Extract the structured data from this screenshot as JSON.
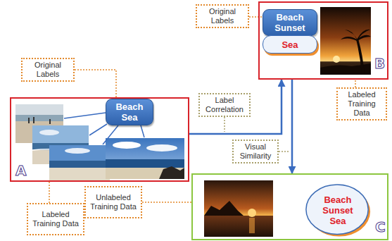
{
  "diagram": {
    "nodes": [
      {
        "text": [
          "Original Labels"
        ]
      },
      {
        "text": [
          "B"
        ]
      },
      {
        "text": [
          "Beach Sunset"
        ],
        "in": 1
      },
      {
        "text": [
          "Sea"
        ],
        "in": 1
      },
      {
        "text": [
          "Original Labels"
        ]
      },
      {
        "text": [
          "Labeled Training Data"
        ]
      },
      {
        "text": [
          "A"
        ]
      },
      {
        "text": [
          "Beach Sea"
        ],
        "in": 6
      },
      {
        "text": [
          "C"
        ]
      },
      {
        "text": [
          "Beach Sunset Sea"
        ],
        "in": 8
      },
      {
        "text": [
          "Unlabeled Training Data"
        ]
      },
      {
        "text": [
          "Labeled Training Data"
        ]
      }
    ],
    "edges": [
      {
        "from": 6,
        "to": 1,
        "arrow": "to",
        "label": "Label Correlation"
      },
      {
        "from": 1,
        "to": 8,
        "arrow": "to",
        "label": "Visual Similarity"
      },
      {
        "from": 0,
        "to": 2,
        "arrow": "none"
      },
      {
        "from": 4,
        "to": 7,
        "arrow": "none"
      },
      {
        "from": 5,
        "to": 1,
        "arrow": "none"
      },
      {
        "from": 11,
        "to": 6,
        "arrow": "none"
      },
      {
        "from": 10,
        "to": 8,
        "arrow": "none"
      }
    ]
  }
}
